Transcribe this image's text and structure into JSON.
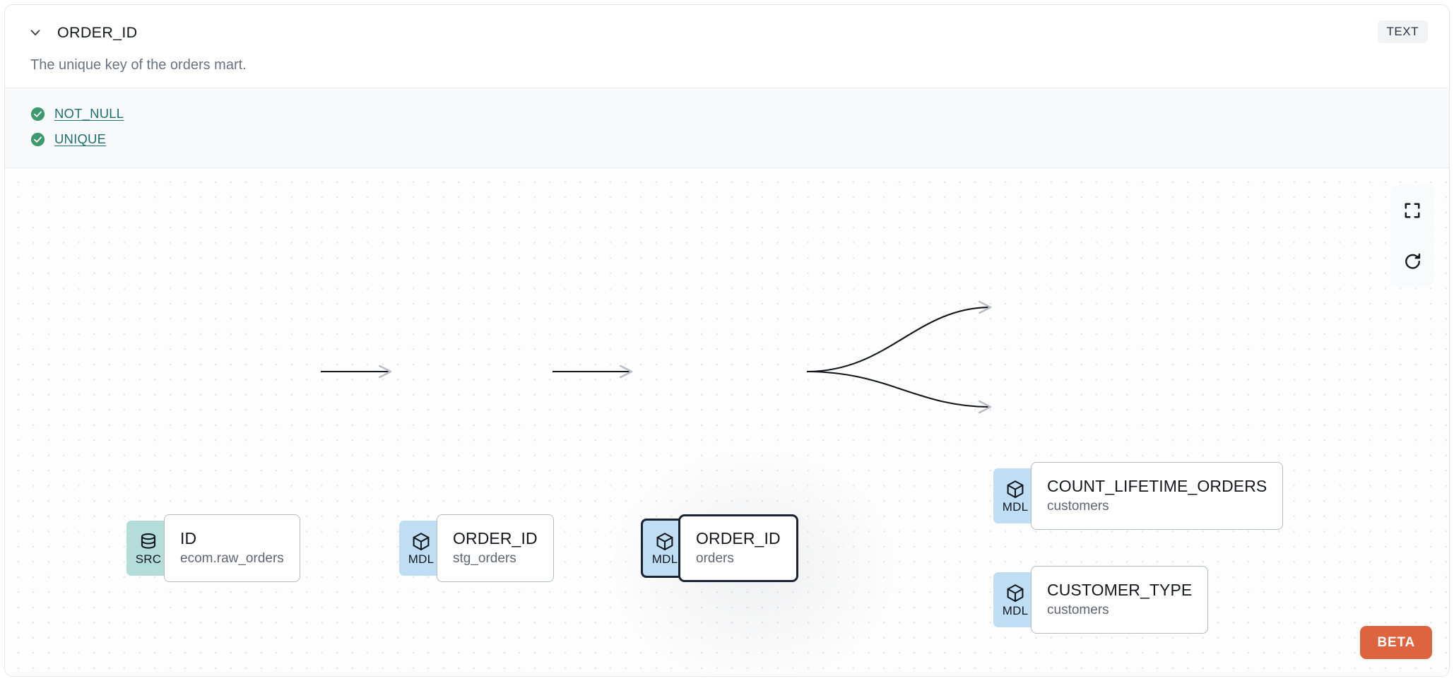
{
  "header": {
    "collapse_icon": "chevron-down-icon",
    "title": "ORDER_ID",
    "type_badge": "TEXT",
    "description": "The unique key of the orders mart."
  },
  "tests": {
    "items": [
      {
        "icon": "check-circle-icon",
        "label": "NOT_NULL",
        "status": "pass"
      },
      {
        "icon": "check-circle-icon",
        "label": "UNIQUE",
        "status": "pass"
      }
    ]
  },
  "lineage": {
    "nodes": [
      {
        "badge": "SRC",
        "badge_icon": "database-icon",
        "title": "ID",
        "subtitle": "ecom.raw_orders",
        "selected": false
      },
      {
        "badge": "MDL",
        "badge_icon": "cube-icon",
        "title": "ORDER_ID",
        "subtitle": "stg_orders",
        "selected": false
      },
      {
        "badge": "MDL",
        "badge_icon": "cube-icon",
        "title": "ORDER_ID",
        "subtitle": "orders",
        "selected": true
      },
      {
        "badge": "MDL",
        "badge_icon": "cube-icon",
        "title": "COUNT_LIFETIME_ORDERS",
        "subtitle": "customers",
        "selected": false
      },
      {
        "badge": "MDL",
        "badge_icon": "cube-icon",
        "title": "CUSTOMER_TYPE",
        "subtitle": "customers",
        "selected": false
      }
    ],
    "controls": [
      {
        "icon": "fit-view-icon",
        "name": "fit-view-button"
      },
      {
        "icon": "reset-icon",
        "name": "reset-layout-button"
      }
    ],
    "beta_label": "BETA"
  },
  "colors": {
    "src_badge": "#b4dcd8",
    "mdl_badge": "#bfdef3",
    "test_pass": "#3e9a6e",
    "test_link": "#1d6f6d",
    "beta": "#de6440",
    "selected_border": "#1b2332"
  }
}
